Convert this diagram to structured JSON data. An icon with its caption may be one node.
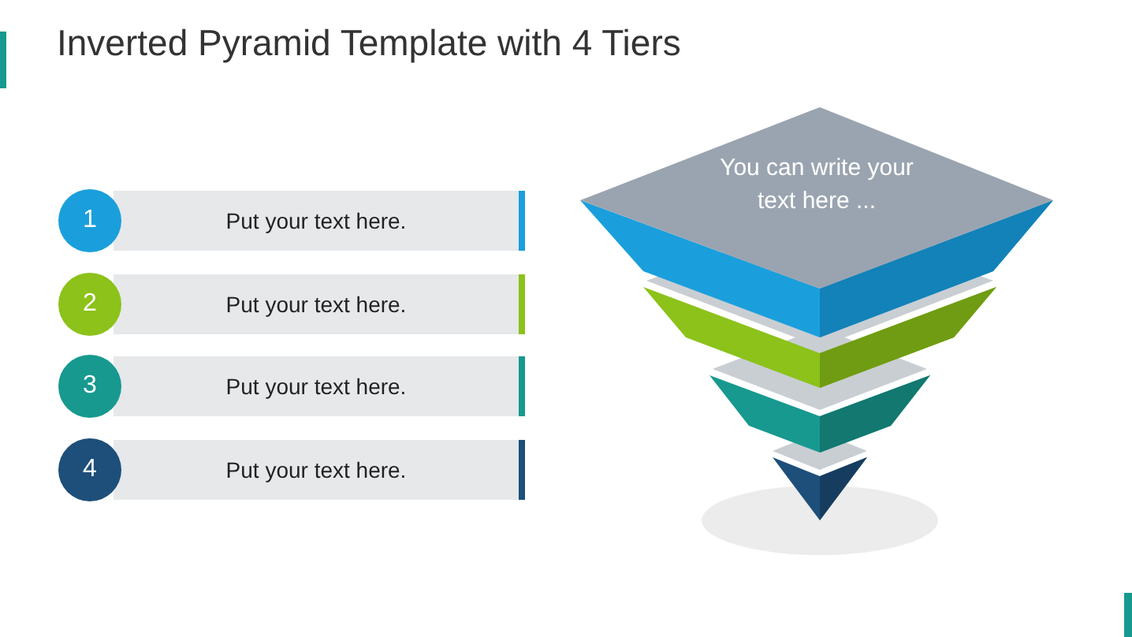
{
  "diagram": {
    "title": "Inverted Pyramid Template with 4 Tiers",
    "nodes": [
      {
        "text": [
          "1"
        ]
      },
      {
        "text": [
          "Put your text here."
        ]
      },
      {
        "text": [
          "2"
        ]
      },
      {
        "text": [
          "Put your text here."
        ]
      },
      {
        "text": [
          "3"
        ]
      },
      {
        "text": [
          "Put your text here."
        ]
      },
      {
        "text": [
          "4"
        ]
      },
      {
        "text": [
          "Put your text here."
        ]
      },
      {
        "text": [
          "You can write your text here ..."
        ]
      }
    ],
    "edges": []
  }
}
